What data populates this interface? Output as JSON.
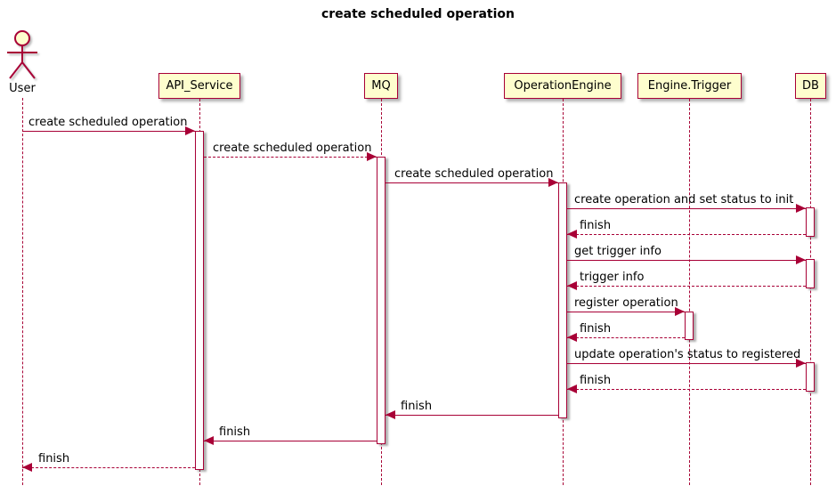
{
  "title": "create scheduled operation",
  "colors": {
    "border": "#A80036",
    "participant_fill": "#FEFECE",
    "activation_fill": "#FFFFFF",
    "text": "#000000",
    "background": "#FFFFFF"
  },
  "icons": {
    "actor": "stick-figure-icon",
    "arrowhead": "filled-triangle-icon"
  },
  "actor": {
    "name": "User"
  },
  "participants": [
    {
      "name": "API_Service"
    },
    {
      "name": "MQ"
    },
    {
      "name": "OperationEngine"
    },
    {
      "name": "Engine.Trigger"
    },
    {
      "name": "DB"
    }
  ],
  "messages": [
    {
      "from": "User",
      "to": "API_Service",
      "label": "create scheduled operation",
      "line": "solid"
    },
    {
      "from": "API_Service",
      "to": "MQ",
      "label": "create scheduled operation",
      "line": "dashed"
    },
    {
      "from": "MQ",
      "to": "OperationEngine",
      "label": "create scheduled operation",
      "line": "solid"
    },
    {
      "from": "OperationEngine",
      "to": "DB",
      "label": "create operation and set status to init",
      "line": "solid"
    },
    {
      "from": "DB",
      "to": "OperationEngine",
      "label": "finish",
      "line": "dashed"
    },
    {
      "from": "OperationEngine",
      "to": "DB",
      "label": "get trigger info",
      "line": "solid"
    },
    {
      "from": "DB",
      "to": "OperationEngine",
      "label": "trigger info",
      "line": "dashed"
    },
    {
      "from": "OperationEngine",
      "to": "Engine.Trigger",
      "label": "register operation",
      "line": "solid"
    },
    {
      "from": "Engine.Trigger",
      "to": "OperationEngine",
      "label": "finish",
      "line": "dashed"
    },
    {
      "from": "OperationEngine",
      "to": "DB",
      "label": "update operation's status to registered",
      "line": "solid"
    },
    {
      "from": "DB",
      "to": "OperationEngine",
      "label": "finish",
      "line": "dashed"
    },
    {
      "from": "OperationEngine",
      "to": "MQ",
      "label": "finish",
      "line": "solid"
    },
    {
      "from": "MQ",
      "to": "API_Service",
      "label": "finish",
      "line": "solid"
    },
    {
      "from": "API_Service",
      "to": "User",
      "label": "finish",
      "line": "dashed"
    }
  ]
}
